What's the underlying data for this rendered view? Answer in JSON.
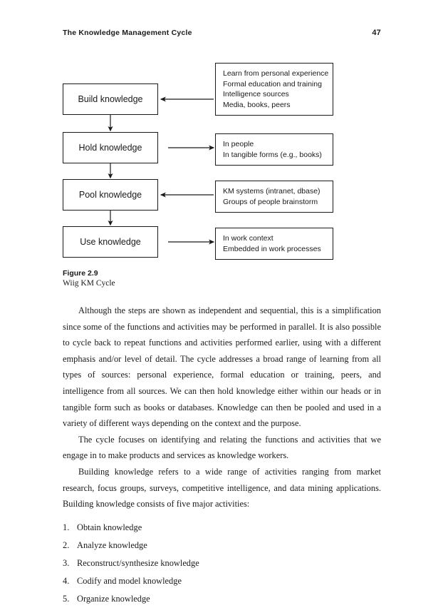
{
  "page": {
    "running_head": "The Knowledge Management Cycle",
    "page_number": "47"
  },
  "figure": {
    "caption_number": "Figure 2.9",
    "caption_title": "Wiig KM Cycle",
    "nodes": [
      {
        "label": "Build knowledge"
      },
      {
        "label": "Hold knowledge"
      },
      {
        "label": "Pool knowledge"
      },
      {
        "label": "Use knowledge"
      }
    ],
    "notes": [
      {
        "arrow_direction": "left",
        "lines": [
          "Learn from personal experience",
          "Formal education and training",
          "Intelligence sources",
          "Media, books, peers"
        ]
      },
      {
        "arrow_direction": "right",
        "lines": [
          "In people",
          "In tangible forms (e.g., books)"
        ]
      },
      {
        "arrow_direction": "left",
        "lines": [
          "KM systems (intranet, dbase)",
          "Groups of people brainstorm"
        ]
      },
      {
        "arrow_direction": "right",
        "lines": [
          "In work context",
          "Embedded in work processes"
        ]
      }
    ]
  },
  "body": {
    "paragraphs": [
      "Although the steps are shown as independent and sequential, this is a simplification since some of the functions and activities may be performed in parallel. It is also possible to cycle back to repeat functions and activities performed earlier, using with a different emphasis and/or level of detail. The cycle addresses a broad range of learning from all types of sources: personal experience, formal education or training, peers, and intelligence from all sources. We can then hold knowledge either within our heads or in tangible form such as books or databases. Knowledge can then be pooled and used in a variety of different ways depending on the context and the purpose.",
      "The cycle focuses on identifying and relating the functions and activities that we engage in to make products and services as knowledge workers.",
      "Building knowledge refers to a wide range of activities ranging from market research, focus groups, surveys, competitive intelligence, and data mining applications. Building knowledge consists of five major activities:"
    ],
    "list": [
      {
        "num": "1.",
        "text": "Obtain knowledge"
      },
      {
        "num": "2.",
        "text": "Analyze knowledge"
      },
      {
        "num": "3.",
        "text": "Reconstruct/synthesize knowledge"
      },
      {
        "num": "4.",
        "text": "Codify and model knowledge"
      },
      {
        "num": "5.",
        "text": "Organize knowledge"
      }
    ]
  },
  "colors": {
    "ink": "#1a1a1a",
    "page": "#ffffff"
  }
}
